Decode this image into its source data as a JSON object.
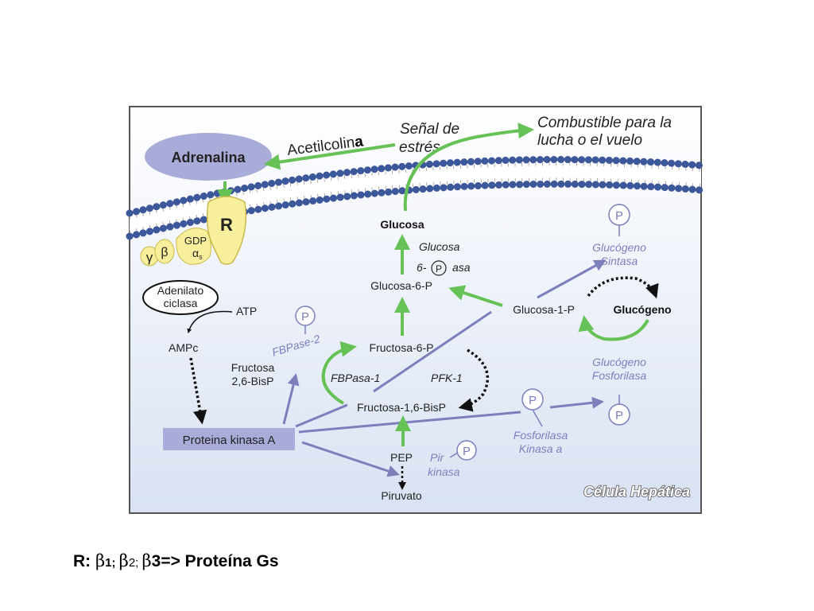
{
  "diagram": {
    "top_labels": {
      "acetilcolina": "Acetilcolin",
      "acetilcolina_suffix": "a",
      "senal_line1": "Señal de",
      "senal_line2": "estrés",
      "combustible_line1": "Combustible para la",
      "combustible_line2": "lucha o el vuelo"
    },
    "receptor": {
      "adrenalina": "Adrenalina",
      "r": "R",
      "gamma": "γ",
      "beta": "β",
      "gdp": "GDP",
      "alpha_s": "α",
      "alpha_sub": "s"
    },
    "left": {
      "adenilato_line1": "Adenilato",
      "adenilato_line2": "ciclasa",
      "atp": "ATP",
      "ampc": "AMPc",
      "fructosa_line1": "Fructosa",
      "fructosa_line2": "2,6-BisP",
      "pka": "Proteina kinasa A"
    },
    "center": {
      "glucosa": "Glucosa",
      "glucosa_asa_line1": "Glucosa",
      "glucosa_asa_6": "6-",
      "glucosa_asa_asa": "asa",
      "glucosa6p": "Glucosa-6-P",
      "fructosa6p": "Fructosa-6-P",
      "fbpase2": "FBPase-2",
      "fbpasa1": "FBPasa-1",
      "pfk1": "PFK-1",
      "fructosa16": "Fructosa-1,6-BisP",
      "pep": "PEP",
      "pir_line1": "Pir",
      "pir_line2": "kinasa",
      "piruvato": "Piruvato"
    },
    "right": {
      "glucosa1p": "Glucosa-1-P",
      "glucogeno": "Glucógeno",
      "sintasa_line1": "Glucógeno",
      "sintasa_line2": "Sintasa",
      "fosforilasa_line1": "Glucógeno",
      "fosforilasa_line2": "Fosforilasa",
      "kinasa_line1": "Fosforilasa",
      "kinasa_line2": "Kinasa a",
      "celula": "Célula Hepática"
    },
    "phospho": "P"
  },
  "caption": {
    "r": "R",
    "colon": ":",
    "b1": "β",
    "n1": "1; ",
    "b2": "β",
    "n2": "2; ",
    "b3": "β",
    "n3": "3=> Proteína Gs"
  },
  "colors": {
    "green": "#66c256",
    "purple": "#7d7fbd",
    "membrane": "#3d579b",
    "panel_border": "#555555",
    "receptor_fill": "#f8ef9c",
    "adrenalina_fill": "#a9abd8",
    "pka_fill": "#a9abd8"
  }
}
